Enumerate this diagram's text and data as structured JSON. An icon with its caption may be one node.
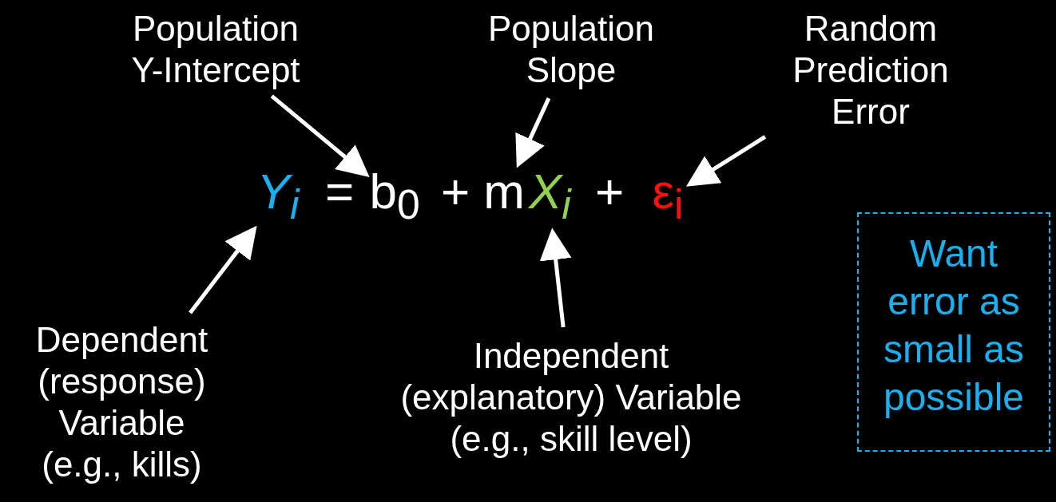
{
  "diagram": {
    "nodes": [
      {
        "text": [
          "Population Y-Intercept"
        ]
      },
      {
        "text": [
          "Population Slope"
        ]
      },
      {
        "text": [
          "Random Prediction Error"
        ]
      },
      {
        "text": [
          "Y$_{i}$"
        ]
      },
      {
        "text": [
          "b$_{0}$"
        ]
      },
      {
        "text": [
          "m"
        ]
      },
      {
        "text": [
          "X$_{i}$"
        ]
      },
      {
        "text": [
          "ε$_{i}$"
        ]
      },
      {
        "text": [
          "Dependent (response) Variable (e.g., kills)"
        ]
      },
      {
        "text": [
          "Independent (explanatory) Variable (e.g., skill level)"
        ]
      },
      {
        "text": [
          "Want error as small as possible"
        ]
      }
    ],
    "edges": [
      {
        "from": 0,
        "to": 4,
        "arrow": "to"
      },
      {
        "from": 1,
        "to": 5,
        "arrow": "to"
      },
      {
        "from": 2,
        "to": 7,
        "arrow": "to"
      },
      {
        "from": 8,
        "to": 3,
        "arrow": "to"
      },
      {
        "from": 9,
        "to": 6,
        "arrow": "to"
      }
    ],
    "labels": [
      "=",
      "+",
      "+"
    ]
  }
}
